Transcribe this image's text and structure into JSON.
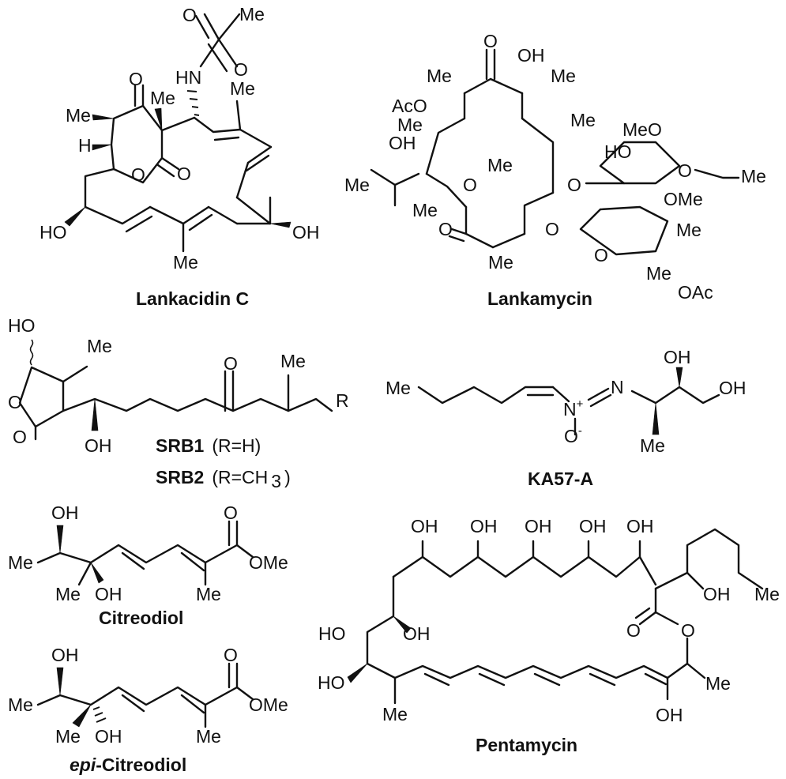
{
  "compounds": {
    "lankacidin_c": {
      "name": "Lankacidin C"
    },
    "lankamycin": {
      "name": "Lankamycin"
    },
    "srb": {
      "name1": "SRB1",
      "note1": "(R=H)",
      "name2": "SRB2",
      "note2": "(R=CH3)",
      "note2_pre": "(R=CH",
      "note2_sub": "3",
      "note2_post": ")"
    },
    "ka57a": {
      "name": "KA57-A"
    },
    "citreodiol": {
      "name": "Citreodiol"
    },
    "epi_citreodiol": {
      "name_prefix": "epi",
      "name_suffix": "-Citreodiol"
    },
    "pentamycin": {
      "name": "Pentamycin"
    }
  },
  "atoms": {
    "me": "Me",
    "oh": "OH",
    "ho": "HO",
    "o": "O",
    "h": "H",
    "hn": "HN",
    "aco": "AcO",
    "oac": "OAc",
    "ome": "OMe",
    "meo": "MeO",
    "r": "R",
    "n": "N",
    "nplus": "N",
    "plus": "+",
    "ominus": "O",
    "minus": "-"
  }
}
